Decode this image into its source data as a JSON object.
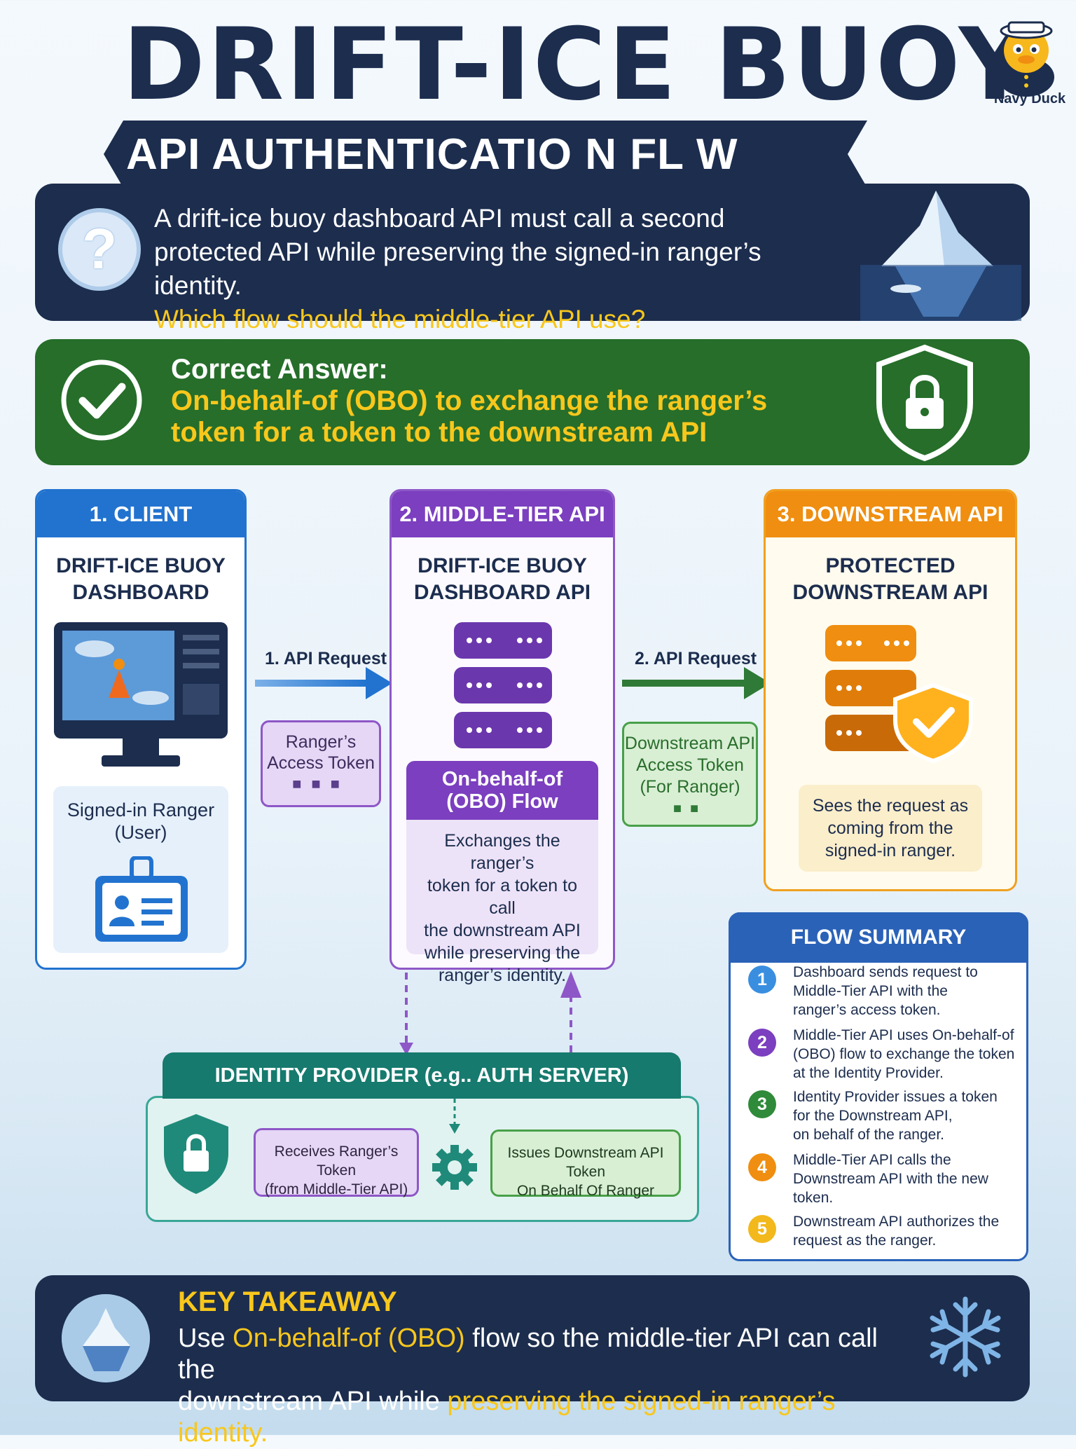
{
  "header": {
    "title": "DRIFT-ICE BUOY",
    "subtitle": "API AUTHENTICATIO N FL W",
    "mascot_label": "Navy Duck"
  },
  "question": {
    "line1": "A drift-ice buoy dashboard API must call a second",
    "line2": "protected API while preserving the signed-in ranger’s identity.",
    "line3": "Which flow should the middle-tier API use?",
    "icon": "question-icon"
  },
  "answer": {
    "label": "Correct Answer:",
    "line1": "On-behalf-of (OBO) to exchange the ranger’s",
    "line2": "token for a token to the downstream API"
  },
  "client": {
    "header": "1. CLIENT",
    "title_line1": "DRIFT-ICE BUOY",
    "title_line2": "DASHBOARD",
    "user_line1": "Signed-in Ranger",
    "user_line2": "(User)"
  },
  "middle": {
    "header": "2. MIDDLE-TIER API",
    "title_line1": "DRIFT-ICE BUOY",
    "title_line2": "DASHBOARD API",
    "obo_line1": "On-behalf-of",
    "obo_line2": "(OBO) Flow",
    "desc": [
      "Exchanges the ranger’s",
      "token for a token to call",
      "the downstream API",
      "while preserving the",
      "ranger’s identity."
    ]
  },
  "downstream": {
    "header": "3. DOWNSTREAM API",
    "title_line1": "PROTECTED",
    "title_line2": "DOWNSTREAM API",
    "note": [
      "Sees the request as",
      "coming from the",
      "signed-in ranger."
    ]
  },
  "arrows": {
    "request1": "1. API Request",
    "request2": "2. API Request"
  },
  "tokens": {
    "ranger": [
      "Ranger’s",
      "Access Token"
    ],
    "downstream": [
      "Downstream API",
      "Access Token",
      "(For Ranger)"
    ]
  },
  "identity_provider": {
    "header": "IDENTITY PROVIDER (e.g.. AUTH SERVER)",
    "receives": [
      "Receives Ranger’s Token",
      "(from Middle-Tier API)"
    ],
    "issues": [
      "Issues Downstream API Token",
      "On Behalf Of Ranger"
    ]
  },
  "flow_summary": {
    "header": "FLOW SUMMARY",
    "steps": [
      {
        "num": "1",
        "color": "#3a8ee0",
        "lines": [
          "Dashboard sends request to",
          "Middle-Tier API with the",
          "ranger’s access token."
        ]
      },
      {
        "num": "2",
        "color": "#7b3fbf",
        "lines": [
          "Middle-Tier API uses On-behalf-of",
          "(OBO) flow to exchange the token",
          "at the Identity Provider."
        ]
      },
      {
        "num": "3",
        "color": "#2f8a3a",
        "lines": [
          "Identity Provider issues a token",
          "for the Downstream API,",
          "on behalf of the ranger."
        ]
      },
      {
        "num": "4",
        "color": "#ef8e10",
        "lines": [
          "Middle-Tier API calls the",
          "Downstream API with the new",
          "token."
        ]
      },
      {
        "num": "5",
        "color": "#f2b81c",
        "lines": [
          "Downstream API authorizes the",
          "request as the ranger."
        ]
      }
    ]
  },
  "takeaway": {
    "header": "KEY TAKEAWAY",
    "part1": "Use ",
    "part2": "On-behalf-of (OBO)",
    "part3": " flow so the middle-tier API can call the",
    "part4": "downstream API while ",
    "part5": "preserving the signed-in ranger’s identity."
  },
  "colors": {
    "navy": "#1c2d4e",
    "green": "#266e2a",
    "yellow": "#f8c71c",
    "blue": "#2273cf",
    "purple": "#7b3fbf",
    "orange": "#ef8e10",
    "teal": "#167a6e"
  }
}
